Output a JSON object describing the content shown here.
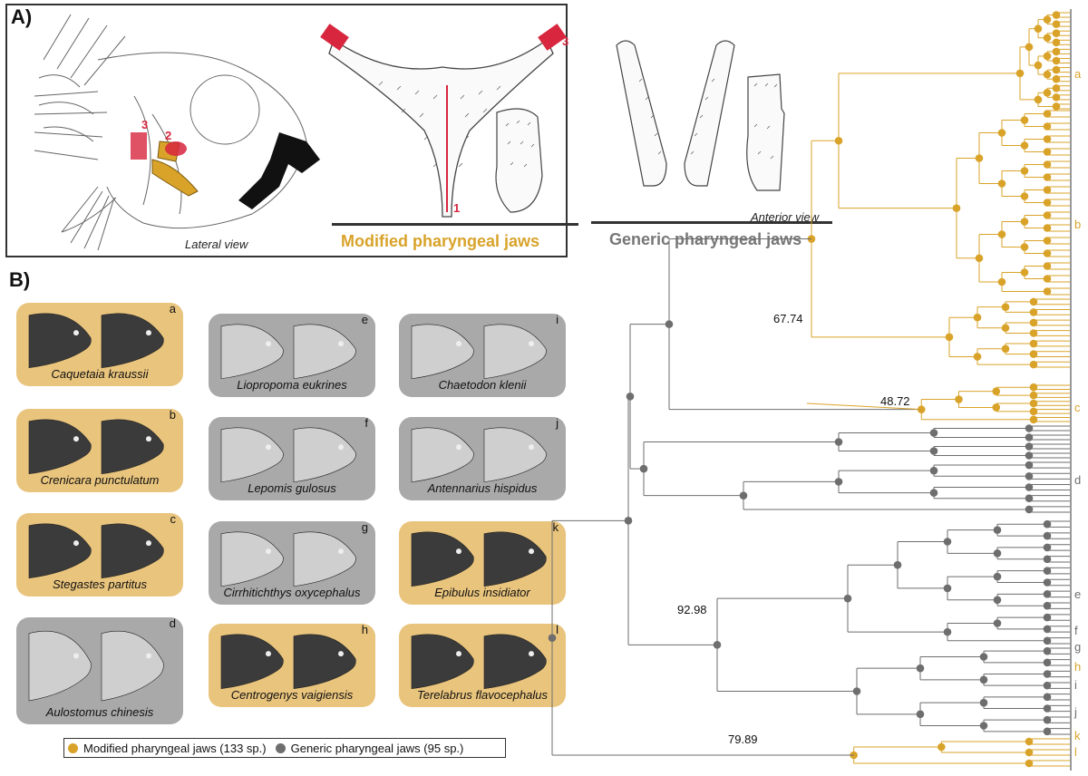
{
  "panel_a": {
    "label": "A)",
    "lateral_view": "Lateral view",
    "anterior_view": "Anterior view",
    "markers": [
      "1",
      "2",
      "3"
    ],
    "modified_title": "Modified pharyngeal jaws",
    "generic_title": "Generic pharyngeal jaws"
  },
  "panel_b": {
    "label": "B)",
    "cards": [
      {
        "letter": "a",
        "species": "Caquetaia kraussii",
        "type": "modified"
      },
      {
        "letter": "b",
        "species": "Crenicara punctulatum",
        "type": "modified"
      },
      {
        "letter": "c",
        "species": "Stegastes partitus",
        "type": "modified"
      },
      {
        "letter": "d",
        "species": "Aulostomus chinesis",
        "type": "generic"
      },
      {
        "letter": "e",
        "species": "Liopropoma eukrines",
        "type": "generic"
      },
      {
        "letter": "f",
        "species": "Lepomis gulosus",
        "type": "generic"
      },
      {
        "letter": "g",
        "species": "Cirrhitichthys oxycephalus",
        "type": "generic"
      },
      {
        "letter": "h",
        "species": "Centrogenys vaigiensis",
        "type": "modified"
      },
      {
        "letter": "i",
        "species": "Chaetodon klenii",
        "type": "generic"
      },
      {
        "letter": "j",
        "species": "Antennarius hispidus",
        "type": "generic"
      },
      {
        "letter": "k",
        "species": "Epibulus insidiator",
        "type": "modified"
      },
      {
        "letter": "l",
        "species": "Terelabrus flavocephalus",
        "type": "modified"
      }
    ]
  },
  "legend": {
    "modified": "Modified pharyngeal jaws (133 sp.)",
    "generic": "Generic pharyngeal jaws (95 sp.)"
  },
  "tree": {
    "node_labels": [
      "67.74",
      "48.72",
      "92.98",
      "79.89"
    ],
    "clade_letters": [
      "a",
      "b",
      "c",
      "d",
      "e",
      "f",
      "g",
      "h",
      "i",
      "j",
      "k",
      "l"
    ]
  },
  "colors": {
    "modified": "#d9a32a",
    "modified_card": "#e9c47d",
    "generic": "#6e6e6e",
    "generic_card": "#a9a9a9",
    "marker_red": "#d7263d"
  }
}
